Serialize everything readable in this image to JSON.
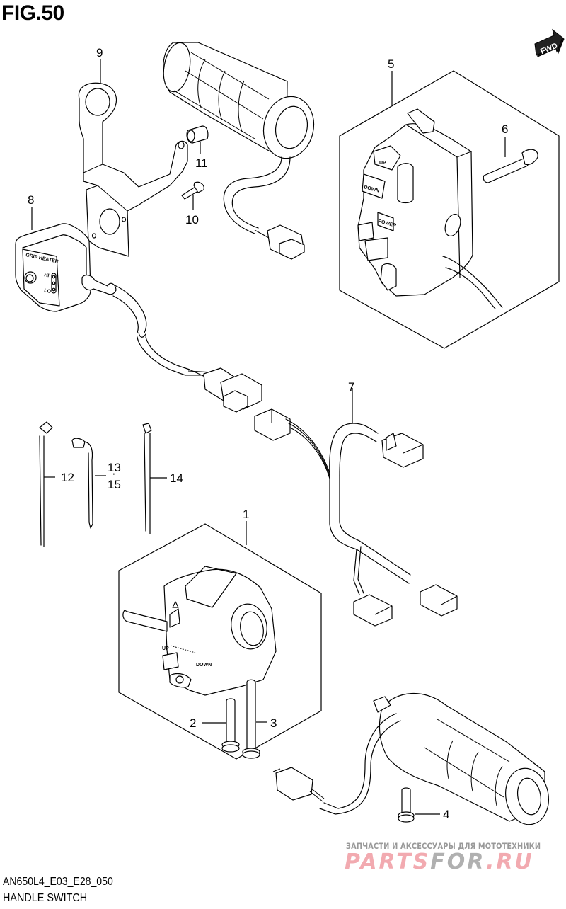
{
  "header": {
    "figure_label": "FIG.50",
    "direction_badge": {
      "label": "FWD",
      "icon": "forward-arrow-icon"
    }
  },
  "footer": {
    "diagram_code": "AN650L4_E03_E28_050",
    "section_name": "HANDLE SWITCH"
  },
  "watermark": {
    "tagline": "ЗАПЧАСТИ И АКСЕССУАРЫ ДЛЯ МОТОТЕХНИКИ",
    "logo_part1": "PARTS",
    "logo_part2": "FOR",
    "logo_part3": ".RU"
  },
  "parts": [
    {
      "callout": "1",
      "name": "handlebar-switch-left"
    },
    {
      "callout": "2",
      "name": "screw-short"
    },
    {
      "callout": "3",
      "name": "screw-long"
    },
    {
      "callout": "4",
      "name": "screw-grip"
    },
    {
      "callout": "5",
      "name": "handlebar-switch-right"
    },
    {
      "callout": "6",
      "name": "screw-right-switch"
    },
    {
      "callout": "7",
      "name": "wiring-harness"
    },
    {
      "callout": "8",
      "name": "grip-heater-switch"
    },
    {
      "callout": "9",
      "name": "bracket"
    },
    {
      "callout": "10",
      "name": "bracket-screw"
    },
    {
      "callout": "11",
      "name": "spacer"
    },
    {
      "callout": "12",
      "name": "clamp-tie"
    },
    {
      "callout": "13",
      "name": "clamp-a"
    },
    {
      "callout": "15",
      "name": "clamp-b"
    },
    {
      "callout": "14",
      "name": "cable-tie"
    }
  ],
  "labels": {
    "grip_heater": "GRIP HEATER",
    "hi": "HI",
    "lo": "LO",
    "up": "UP",
    "down": "DOWN",
    "power": "POWER",
    "left_up": "UP",
    "left_down": "DOWN"
  }
}
